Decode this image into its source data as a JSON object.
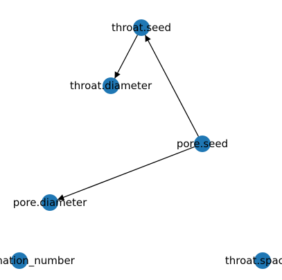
{
  "graph": {
    "node_color": "#1f77b4",
    "edge_color": "#000000",
    "nodes": [
      {
        "id": "throat.seed",
        "label": "throat.seed"
      },
      {
        "id": "throat.diameter",
        "label": "throat.diameter"
      },
      {
        "id": "pore.seed",
        "label": "pore.seed"
      },
      {
        "id": "pore.diameter",
        "label": "pore.diameter"
      },
      {
        "id": "coordination_number",
        "label": "coordination_number"
      },
      {
        "id": "throat.spacing",
        "label": "throat.spacing"
      }
    ],
    "edges": [
      {
        "from": "throat.seed",
        "to": "throat.diameter"
      },
      {
        "from": "pore.seed",
        "to": "throat.seed"
      },
      {
        "from": "pore.seed",
        "to": "pore.diameter"
      }
    ]
  }
}
